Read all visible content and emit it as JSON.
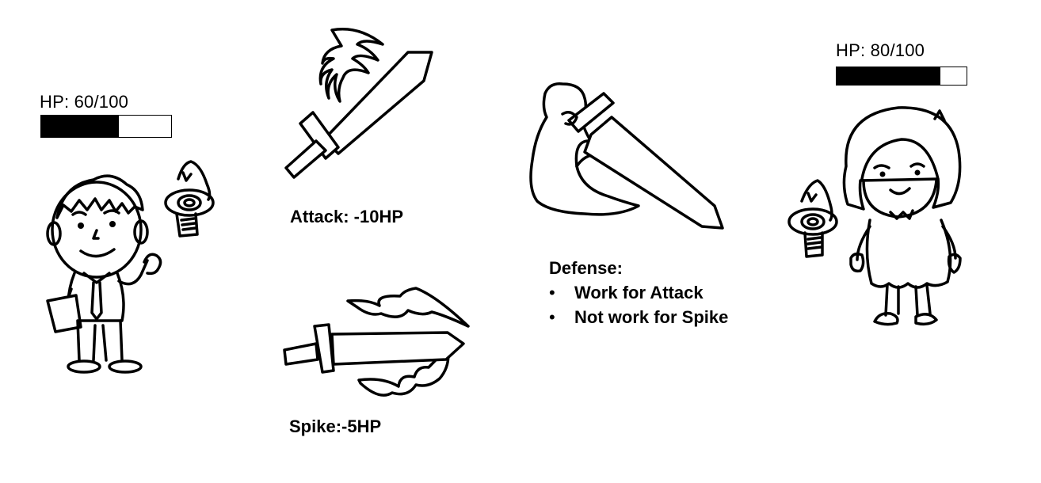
{
  "player": {
    "hp_label": "HP: 60/100",
    "hp_current": 60,
    "hp_max": 100
  },
  "enemy": {
    "hp_label": "HP: 80/100",
    "hp_current": 80,
    "hp_max": 100
  },
  "abilities": {
    "attack_label": "Attack: -10HP",
    "spike_label": "Spike:-5HP",
    "defense_title": "Defense:",
    "defense_points": [
      "Work for Attack",
      "Not work for Spike"
    ]
  },
  "icons": {
    "player_avatar": "boy-character-icon",
    "enemy_avatar": "girl-character-icon",
    "attack": "flaming-sword-icon",
    "spike": "speeding-sword-icon",
    "defense": "arm-sword-icon",
    "player_thinking": "eye-hand-icon",
    "enemy_thinking": "eye-hand-icon"
  }
}
